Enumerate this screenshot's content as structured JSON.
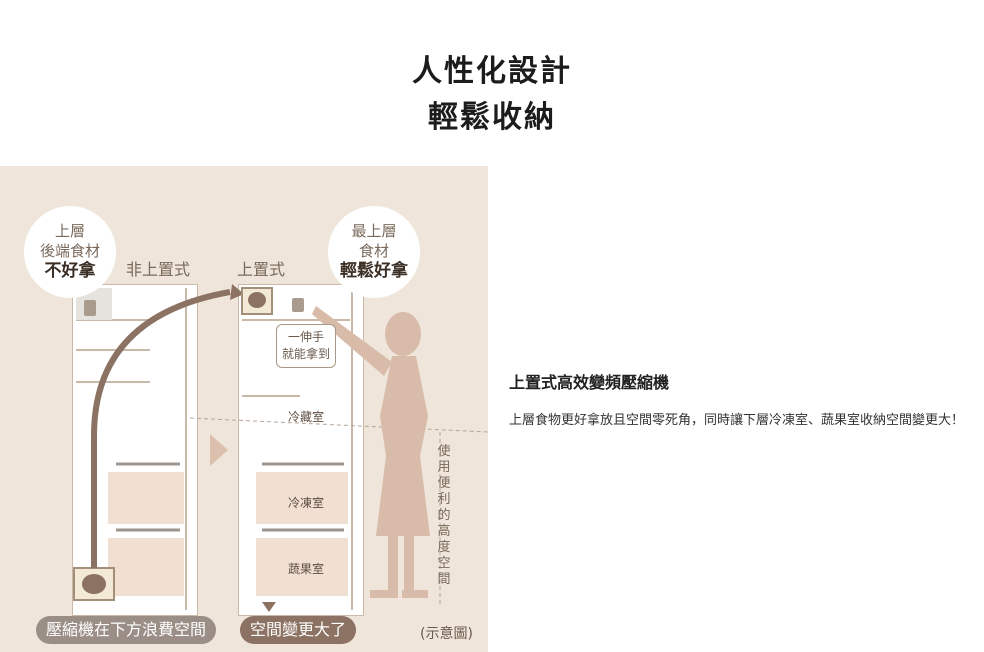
{
  "heading": {
    "line1": "人性化設計",
    "line2": "輕鬆收納"
  },
  "illustration": {
    "bubble_left": {
      "line1": "上層",
      "line2": "後端食材",
      "line3": "不好拿"
    },
    "bubble_right": {
      "line1": "最上層",
      "line2": "食材",
      "line3": "輕鬆好拿"
    },
    "label_non_top": "非上置式",
    "label_top": "上置式",
    "callout": {
      "line1": "一伸手",
      "line2": "就能拿到"
    },
    "rooms": {
      "cold": "冷藏室",
      "freezer": "冷凍室",
      "vegetable": "蔬果室"
    },
    "vertical_text": "使用便利的高度空間",
    "pill_left": "壓縮機在下方浪費空間",
    "pill_right": "空間變更大了",
    "note": "(示意圖)"
  },
  "feature": {
    "title": "上置式高效變頻壓縮機",
    "description": "上層食物更好拿放且空間零死角，同時讓下層冷凍室、蔬果室收納空間變更大！"
  },
  "colors": {
    "panel_bg": "#efe5da",
    "accent_brown": "#8b7262",
    "gray_pill": "#9a8e87",
    "woman": "#d8bba9"
  }
}
